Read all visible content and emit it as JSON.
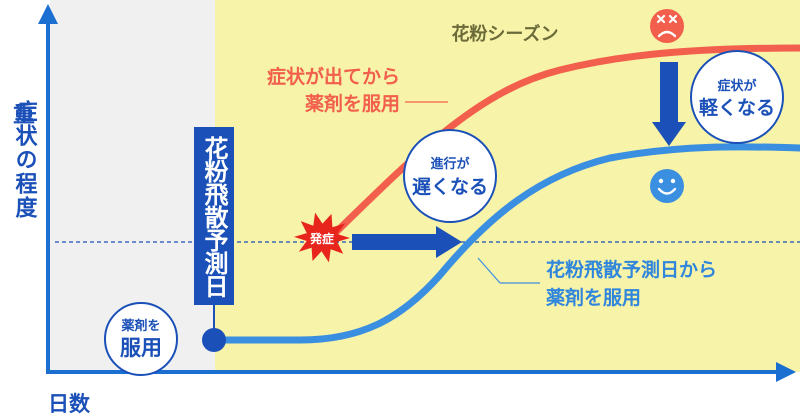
{
  "axes": {
    "y_label_top": "重",
    "y_label": "症状の程度",
    "x_label": "日数"
  },
  "season_label": "花粉シーズン",
  "forecast_day_label": "花粉飛散予測日",
  "labels": {
    "red_curve_line1": "症状が出てから",
    "red_curve_line2": "薬剤を服用",
    "blue_curve_line1": "花粉飛散予測日から",
    "blue_curve_line2": "薬剤を服用",
    "onset_badge": "発症"
  },
  "bubbles": {
    "start_line1": "薬剤を",
    "start_line2": "服用",
    "delay_line1": "進行が",
    "delay_line2": "遅くなる",
    "lighter_line1": "症状が",
    "lighter_line2": "軽くなる"
  },
  "icons": {
    "sad": "sad-face-icon",
    "happy": "happy-face-icon"
  },
  "colors": {
    "red_curve": "#f25f4c",
    "blue_curve": "#3b8fe0",
    "navy": "#1a50b8",
    "season_bg": "#f7f3a8",
    "pre_bg": "#f0f0f0",
    "axis": "#1a6fd1",
    "red_text": "#f25f4c",
    "blue_text": "#2f86dc",
    "badge": "#e8251d"
  }
}
